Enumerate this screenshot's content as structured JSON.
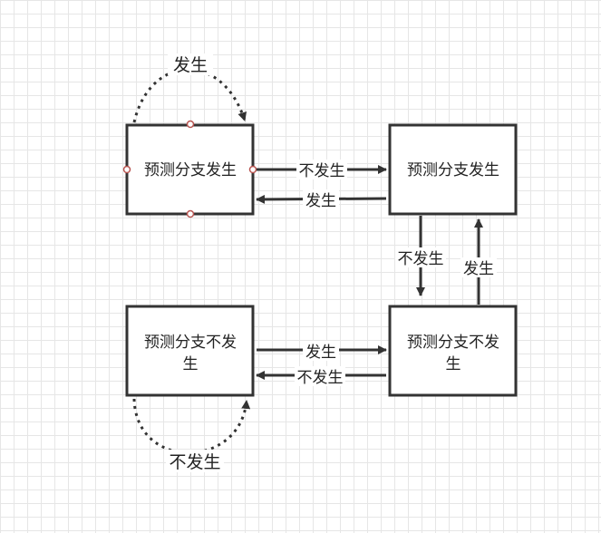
{
  "nodes": {
    "s1": {
      "label": "预测分支发生"
    },
    "s2": {
      "label": "预测分支发生"
    },
    "s3": {
      "line1": "预测分支不发",
      "line2": "生"
    },
    "s4": {
      "line1": "预测分支不发",
      "line2": "生"
    }
  },
  "edges": {
    "loop_top": "发生",
    "s1_to_s2": "不发生",
    "s2_to_s1": "发生",
    "s2_to_s3": "不发生",
    "s3_to_s2": "发生",
    "s4_to_s3": "发生",
    "s3_to_s4": "不发生",
    "loop_bottom": "不发生"
  },
  "colors": {
    "stroke": "#333333",
    "handle": "#b85450"
  }
}
